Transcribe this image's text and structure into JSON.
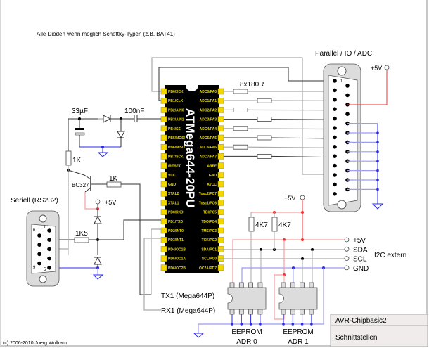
{
  "note": "Alle Dioden wenn möglich Schottky-Typen (z.B. BAT41)",
  "copyright": "(c) 2006-2010 Joerg Wolfram",
  "title_block": {
    "project": "AVR-Chipbasic2",
    "sheet": "Schnittstellen"
  },
  "chip": {
    "name": "ATMega644-20PU",
    "left_pins": [
      "PB0/XCK",
      "PB1/CLK",
      "PB2/AIN0",
      "PB3/AIN1",
      "PB4/SS",
      "PB5/MOSI",
      "PB6/MISO",
      "PB7/SCK",
      "/RESET",
      "VCC",
      "GND",
      "XTAL2",
      "XTAL1",
      "PD0/RXD",
      "PD1/TXD",
      "PD2/INT0",
      "PD3/INT1",
      "PD4/OC1B",
      "PD5/OC1A",
      "PD6/OC2B"
    ],
    "right_pins": [
      "ADC0/PA0",
      "ADC1/PA1",
      "ADC2/PA2",
      "ADC3/PA3",
      "ADC4/PA4",
      "ADC5/PA5",
      "ADC6/PA6",
      "ADC7/PA7",
      "AREF",
      "GND",
      "AVCC",
      "Tosc2/PC7",
      "Tosc1/PC6",
      "TDI/PC5",
      "TDO/PC4",
      "TMS/PC3",
      "TCK/PC2",
      "SDA/PC1",
      "SCL/PC0",
      "OC2A/PD7"
    ]
  },
  "components": {
    "cap_elko": "33µF",
    "cap_100n": "100nF",
    "r_1k_a": "1K",
    "r_1k_b": "1K",
    "transistor": "BC327",
    "r_1k5": "1K5",
    "r_array": "8x180R",
    "r_4k7_a": "4K7",
    "r_4k7_b": "4K7",
    "vcc_label": "+5V"
  },
  "connectors": {
    "serial": {
      "title": "Seriell (RS232)",
      "pin1": "1",
      "pin5": "5",
      "pin6": "6",
      "pin9": "9"
    },
    "parallel": {
      "title": "Parallel / IO / ADC",
      "pin1": "1"
    }
  },
  "i2c": {
    "title": "I2C extern",
    "signals": [
      "+5V",
      "SDA",
      "SCL",
      "GND"
    ]
  },
  "eeproms": [
    {
      "line1": "EEPROM",
      "line2": "ADR 0"
    },
    {
      "line1": "EEPROM",
      "line2": "ADR 1"
    }
  ],
  "uart_labels": {
    "tx": "TX1 (Mega644P)",
    "rx": "RX1 (Mega644P)"
  },
  "colors": {
    "vcc": "#e33333",
    "gnd": "#2a2aee",
    "wire": "#333333",
    "chip_body": "#000000",
    "pin_pad": "#f2d800",
    "connector_body": "#dcdcdc"
  }
}
